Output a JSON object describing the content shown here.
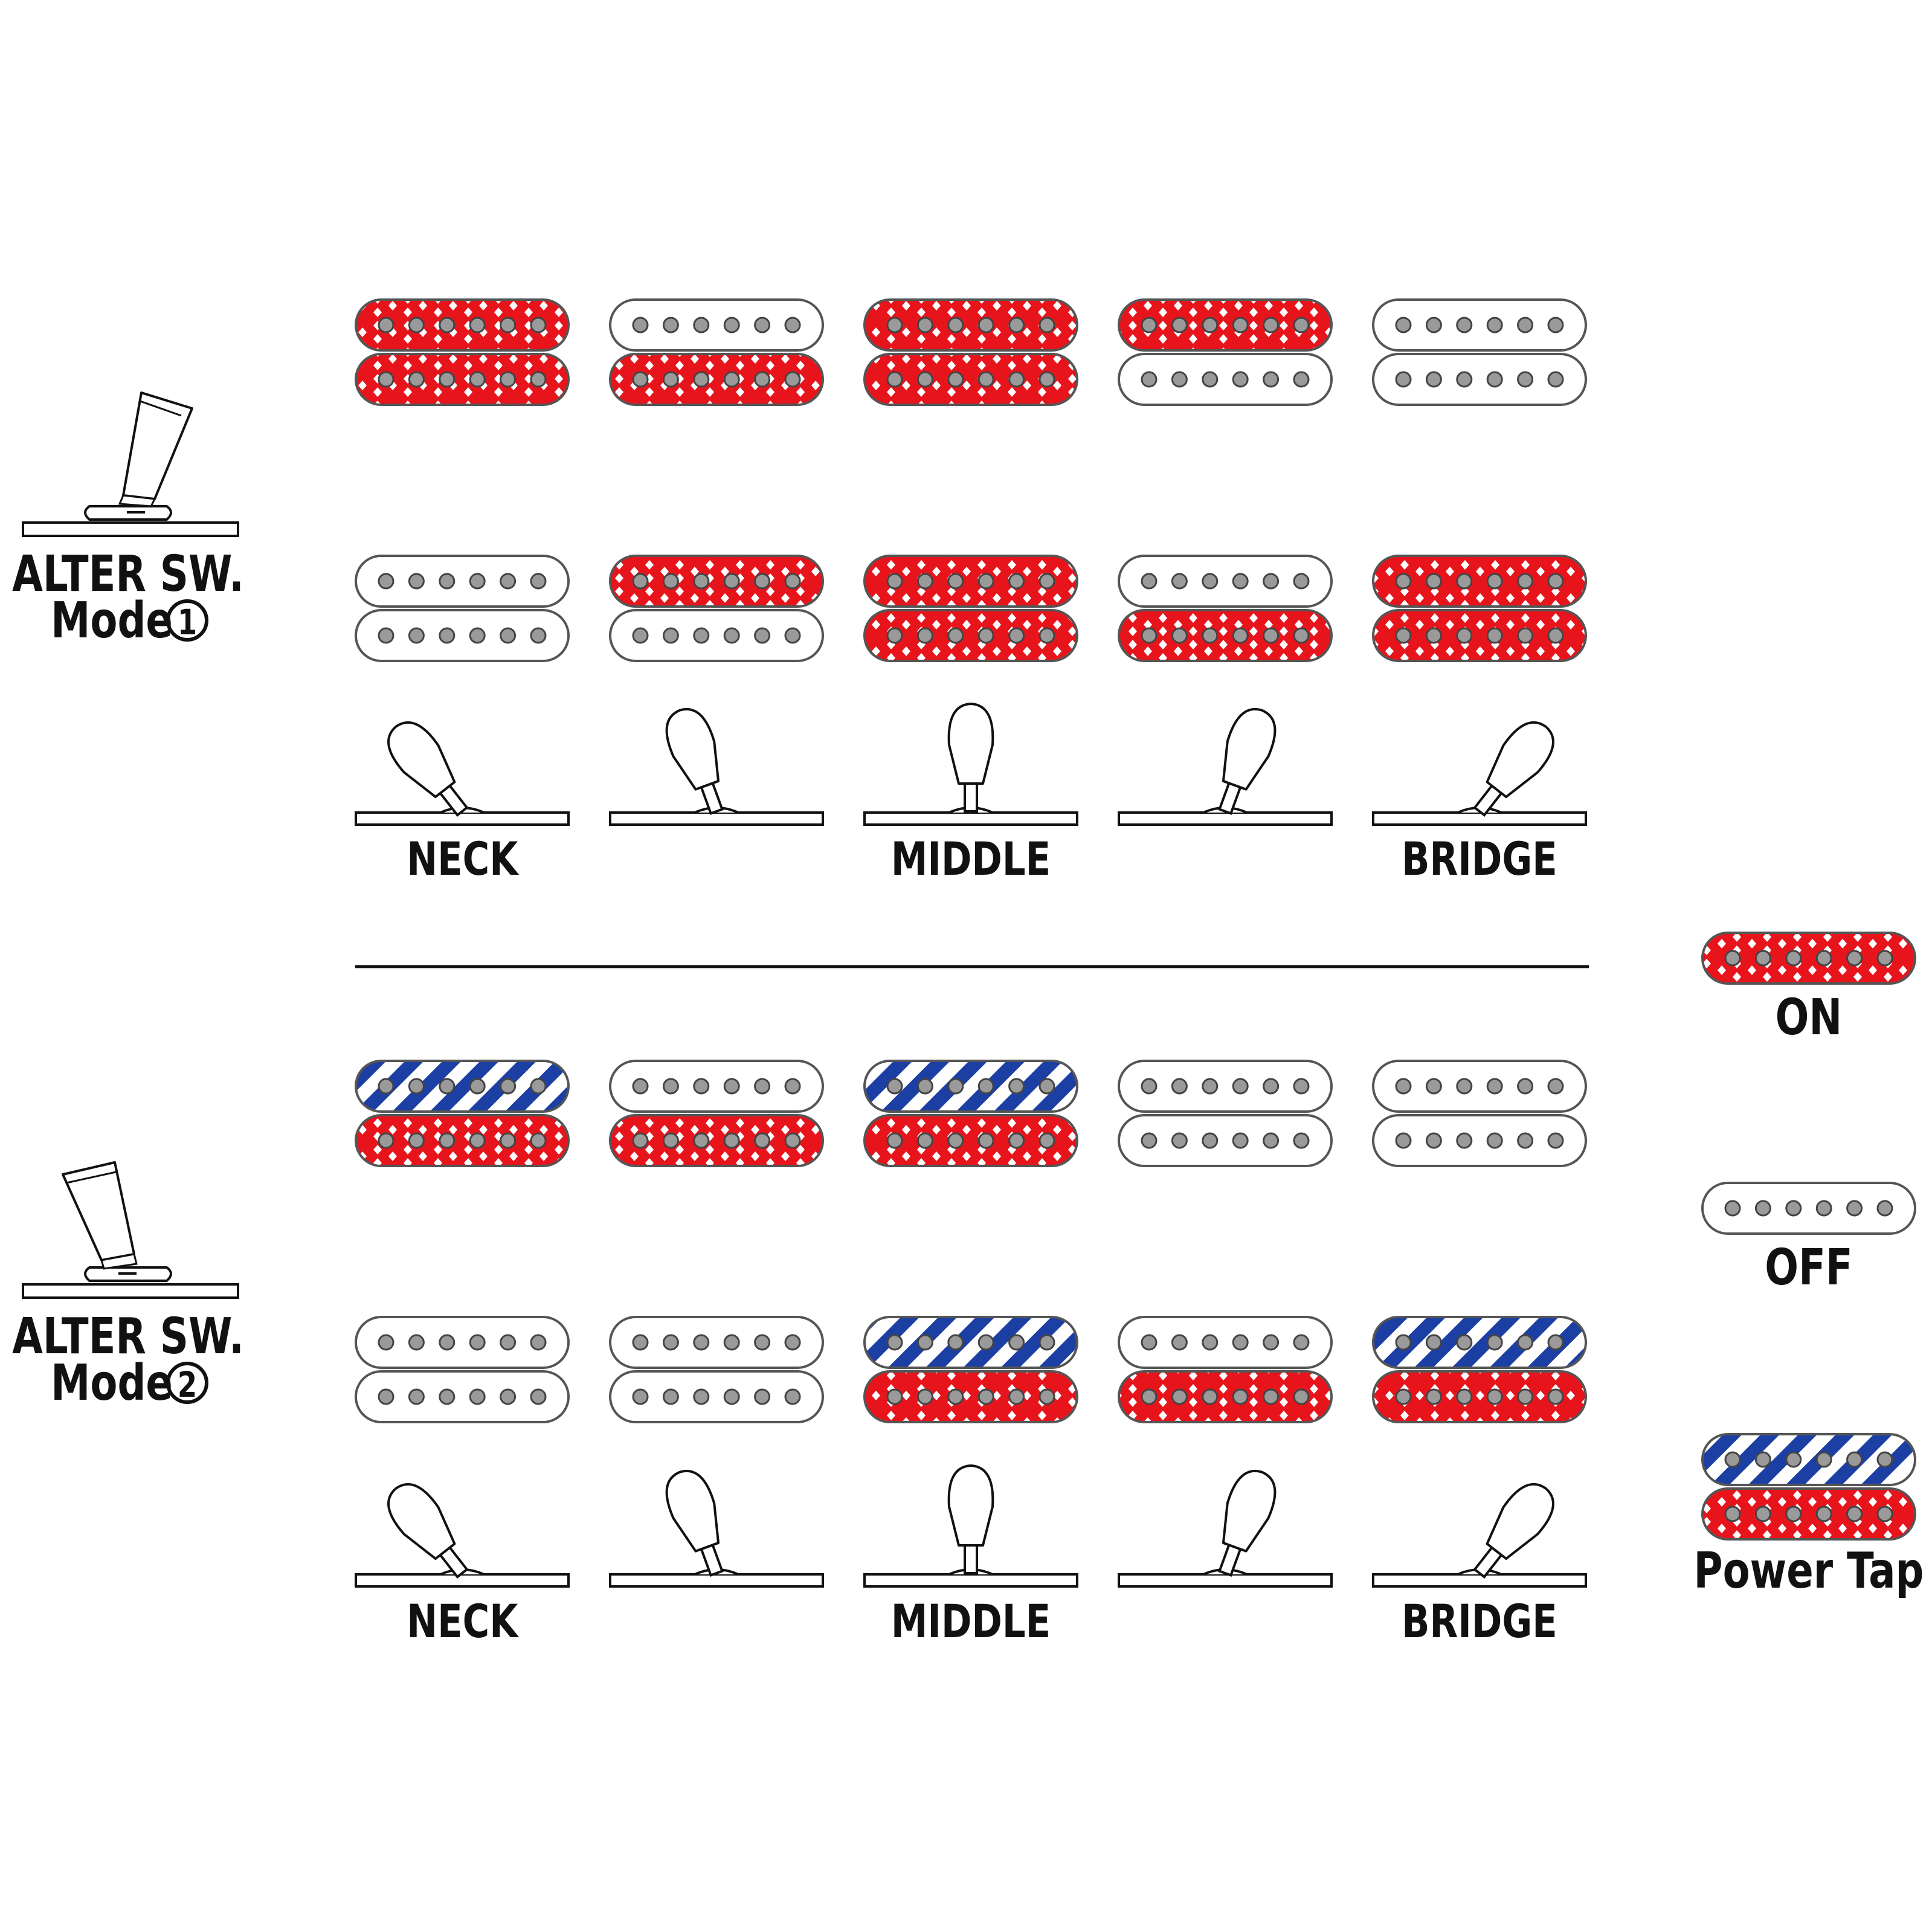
{
  "colors": {
    "on": "#e8141c",
    "tap": "#1c3fa4",
    "outline": "#555555",
    "pole": "#9a9a9a",
    "line": "#111111"
  },
  "legend": {
    "on_label": "ON",
    "off_label": "OFF",
    "tap_label": "Power Tap"
  },
  "modes": [
    {
      "title": "ALTER SW.",
      "mode_label": "Mode",
      "mode_number": "1",
      "selector_positions": [
        "NECK",
        "",
        "MIDDLE",
        "",
        "BRIDGE"
      ],
      "neck_pickup": [
        {
          "top": "on",
          "bottom": "on"
        },
        {
          "top": "off",
          "bottom": "on"
        },
        {
          "top": "on",
          "bottom": "on"
        },
        {
          "top": "on",
          "bottom": "off"
        },
        {
          "top": "off",
          "bottom": "off"
        }
      ],
      "bridge_pickup": [
        {
          "top": "off",
          "bottom": "off"
        },
        {
          "top": "on",
          "bottom": "off"
        },
        {
          "top": "on",
          "bottom": "on"
        },
        {
          "top": "off",
          "bottom": "on"
        },
        {
          "top": "on",
          "bottom": "on"
        }
      ]
    },
    {
      "title": "ALTER SW.",
      "mode_label": "Mode",
      "mode_number": "2",
      "selector_positions": [
        "NECK",
        "",
        "MIDDLE",
        "",
        "BRIDGE"
      ],
      "neck_pickup": [
        {
          "top": "tap",
          "bottom": "on"
        },
        {
          "top": "off",
          "bottom": "on"
        },
        {
          "top": "tap",
          "bottom": "on"
        },
        {
          "top": "off",
          "bottom": "off"
        },
        {
          "top": "off",
          "bottom": "off"
        }
      ],
      "bridge_pickup": [
        {
          "top": "off",
          "bottom": "off"
        },
        {
          "top": "off",
          "bottom": "off"
        },
        {
          "top": "tap",
          "bottom": "on"
        },
        {
          "top": "off",
          "bottom": "on"
        },
        {
          "top": "tap",
          "bottom": "on"
        }
      ]
    }
  ]
}
